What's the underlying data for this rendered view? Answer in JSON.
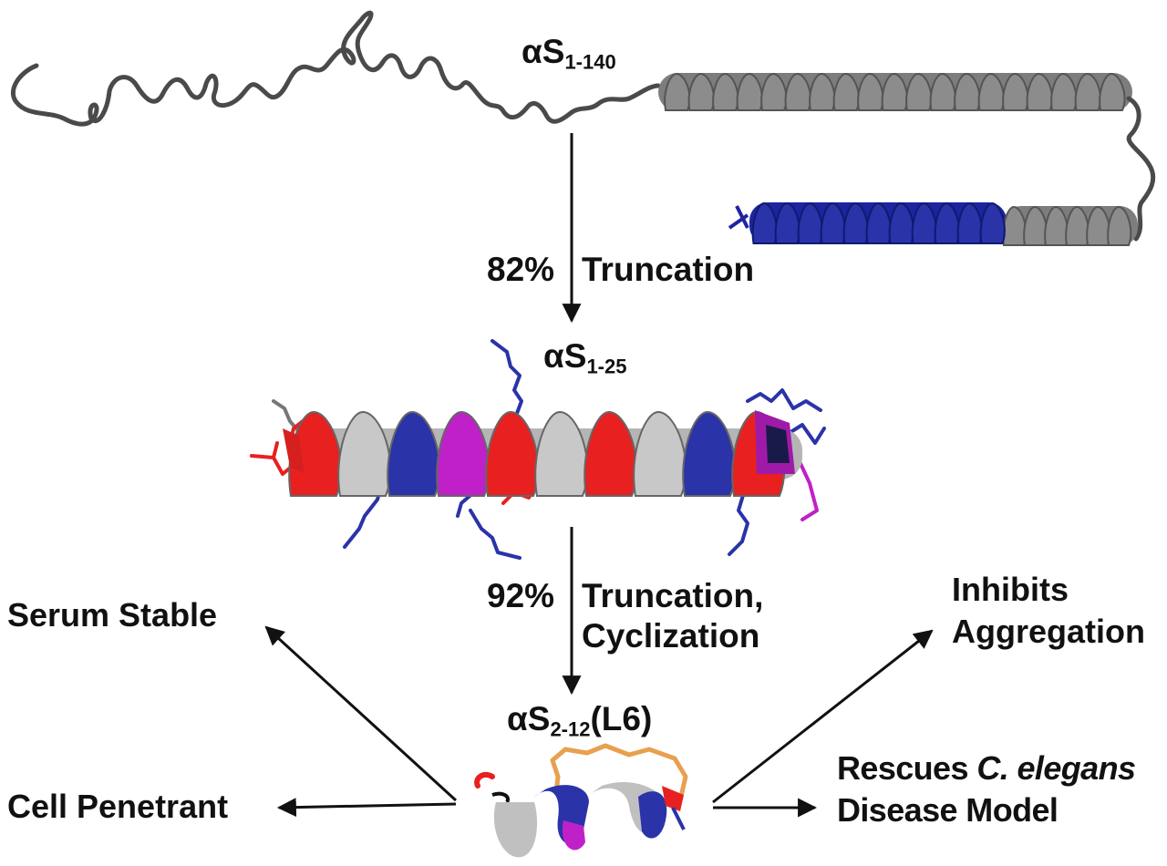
{
  "protein_labels": {
    "full": {
      "greek": "α",
      "letter": "S",
      "sub": "1-140",
      "suffix": ""
    },
    "mid": {
      "greek": "α",
      "letter": "S",
      "sub": "1-25",
      "suffix": ""
    },
    "final": {
      "greek": "α",
      "letter": "S",
      "sub": "2-12",
      "suffix": "(L6)"
    }
  },
  "steps": {
    "step1": {
      "percent": "82%",
      "lines": [
        "Truncation"
      ]
    },
    "step2": {
      "percent": "92%",
      "lines": [
        "Truncation,",
        "Cyclization"
      ]
    }
  },
  "outcomes": {
    "serum": "Serum Stable",
    "cell": "Cell Penetrant",
    "inhibits": [
      "Inhibits",
      "Aggregation"
    ],
    "rescues": {
      "prefix": "Rescues ",
      "italic": "C. elegans",
      "line2": "Disease Model"
    }
  },
  "colors": {
    "backbone": "#4a4a4a",
    "helix_gray": "#8c8c8c",
    "helix_light": "#c8c8c8",
    "blue": "#2a33a8",
    "red": "#e82020",
    "magenta": "#c020c8",
    "orange": "#e8a050",
    "arrow": "#111111"
  }
}
